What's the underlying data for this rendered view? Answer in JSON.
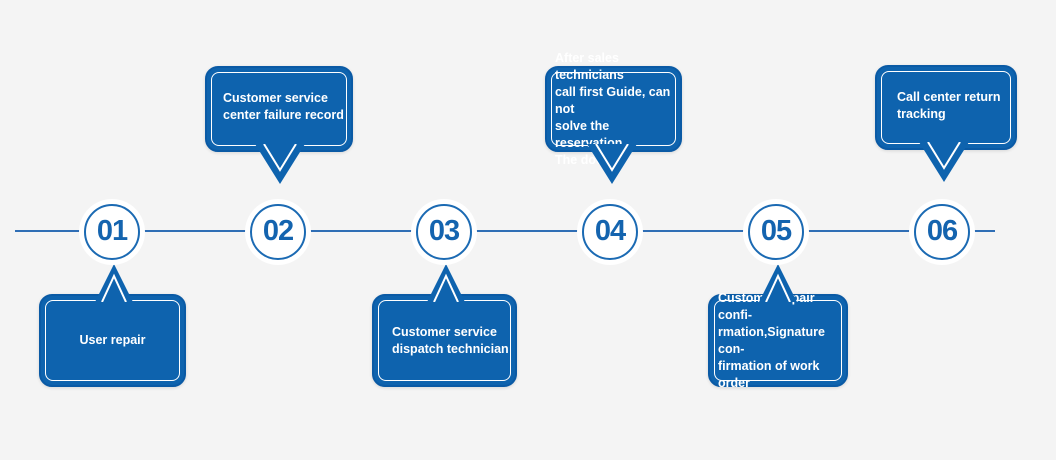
{
  "diagram": {
    "type": "process-timeline",
    "colors": {
      "background": "#f4f4f4",
      "bubble_fill": "#0e63ae",
      "bubble_inner_border": "#ffffff",
      "line": "#2f6eb5",
      "number_text": "#1464af",
      "bubble_text": "#ffffff"
    },
    "steps": [
      {
        "number": "01",
        "label": "User repair",
        "bubble_position": "below"
      },
      {
        "number": "02",
        "label": "Customer service\ncenter failure record",
        "bubble_position": "above"
      },
      {
        "number": "03",
        "label": "Customer service\ndispatch technician",
        "bubble_position": "below"
      },
      {
        "number": "04",
        "label": "After sales technicians\ncall first Guide, can not\nsolve the reservation\nThe door",
        "bubble_position": "above"
      },
      {
        "number": "05",
        "label": "Customer repair confi-\nrmation,Signature con-\nfirmation of work order",
        "bubble_position": "below"
      },
      {
        "number": "06",
        "label": "Call center return\ntracking",
        "bubble_position": "above"
      }
    ]
  }
}
